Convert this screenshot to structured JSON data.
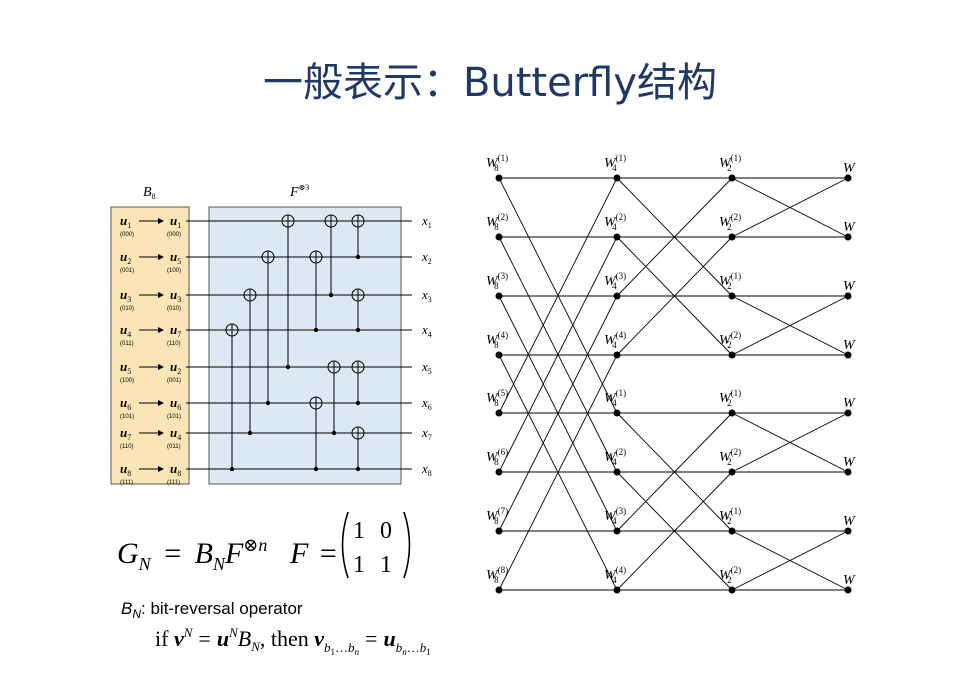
{
  "title": "一般表示：Butterfly结构",
  "left_panel": {
    "b_label": "B",
    "b_sub": "8",
    "f_label": "F",
    "f_sup": "⊗3",
    "rows": [
      {
        "in": "u",
        "in_sub": "1",
        "in_bits": "(000)",
        "out": "u",
        "out_sub": "1",
        "out_bits": "(000)",
        "x_sub": "1"
      },
      {
        "in": "u",
        "in_sub": "2",
        "in_bits": "(001)",
        "out": "u",
        "out_sub": "5",
        "out_bits": "(100)",
        "x_sub": "2"
      },
      {
        "in": "u",
        "in_sub": "3",
        "in_bits": "(010)",
        "out": "u",
        "out_sub": "3",
        "out_bits": "(010)",
        "x_sub": "3"
      },
      {
        "in": "u",
        "in_sub": "4",
        "in_bits": "(011)",
        "out": "u",
        "out_sub": "7",
        "out_bits": "(110)",
        "x_sub": "4"
      },
      {
        "in": "u",
        "in_sub": "5",
        "in_bits": "(100)",
        "out": "u",
        "out_sub": "2",
        "out_bits": "(001)",
        "x_sub": "5"
      },
      {
        "in": "u",
        "in_sub": "6",
        "in_bits": "(101)",
        "out": "u",
        "out_sub": "6",
        "out_bits": "(101)",
        "x_sub": "6"
      },
      {
        "in": "u",
        "in_sub": "7",
        "in_bits": "(110)",
        "out": "u",
        "out_sub": "4",
        "out_bits": "(011)",
        "x_sub": "7"
      },
      {
        "in": "u",
        "in_sub": "8",
        "in_bits": "(111)",
        "out": "u",
        "out_sub": "8",
        "out_bits": "(111)",
        "x_sub": "8"
      }
    ],
    "x_label": "x",
    "xors": [
      {
        "tgt": 0,
        "src": 4
      },
      {
        "tgt": 0,
        "src": 2
      },
      {
        "tgt": 0,
        "src": 1
      },
      {
        "tgt": 1,
        "src": 5
      },
      {
        "tgt": 1,
        "src": 3
      },
      {
        "tgt": 2,
        "src": 6
      },
      {
        "tgt": 2,
        "src": 3
      },
      {
        "tgt": 3,
        "src": 7
      },
      {
        "tgt": 4,
        "src": 6
      },
      {
        "tgt": 4,
        "src": 5
      },
      {
        "tgt": 5,
        "src": 7
      },
      {
        "tgt": 6,
        "src": 7
      }
    ]
  },
  "formula": {
    "g": "G",
    "n_sub": "N",
    "eq": "=",
    "b": "B",
    "f": "F",
    "n_sup": "⊗n",
    "f_def": "F",
    "matrix": [
      [
        "1",
        "0"
      ],
      [
        "1",
        "1"
      ]
    ]
  },
  "note": {
    "b": "B",
    "b_sub": "N",
    "text": ": bit-reversal operator",
    "if_text": "if ",
    "v": "v",
    "sup_n": "N",
    "u": "u",
    "b2": "B",
    "sub_n": "N",
    "then": ", then ",
    "v_sub": "b",
    "v_sub_1": "1",
    "dots": "…",
    "v_sub_n": "n",
    "u_sub_n": "n",
    "u_sub_1": "1"
  },
  "butterfly": {
    "w": "W",
    "columns": [
      {
        "sub": "8",
        "sups": [
          "(1)",
          "(2)",
          "(3)",
          "(4)",
          "(5)",
          "(6)",
          "(7)",
          "(8)"
        ]
      },
      {
        "sub": "4",
        "sups": [
          "(1)",
          "(2)",
          "(3)",
          "(4)",
          "(1)",
          "(2)",
          "(3)",
          "(4)"
        ]
      },
      {
        "sub": "2",
        "sups": [
          "(1)",
          "(2)",
          "(1)",
          "(2)",
          "(1)",
          "(2)",
          "(1)",
          "(2)"
        ]
      },
      {
        "sub": "",
        "sups": [
          "",
          "",
          "",
          "",
          "",
          "",
          "",
          ""
        ]
      }
    ],
    "stage_spans": [
      4,
      2,
      1
    ]
  }
}
